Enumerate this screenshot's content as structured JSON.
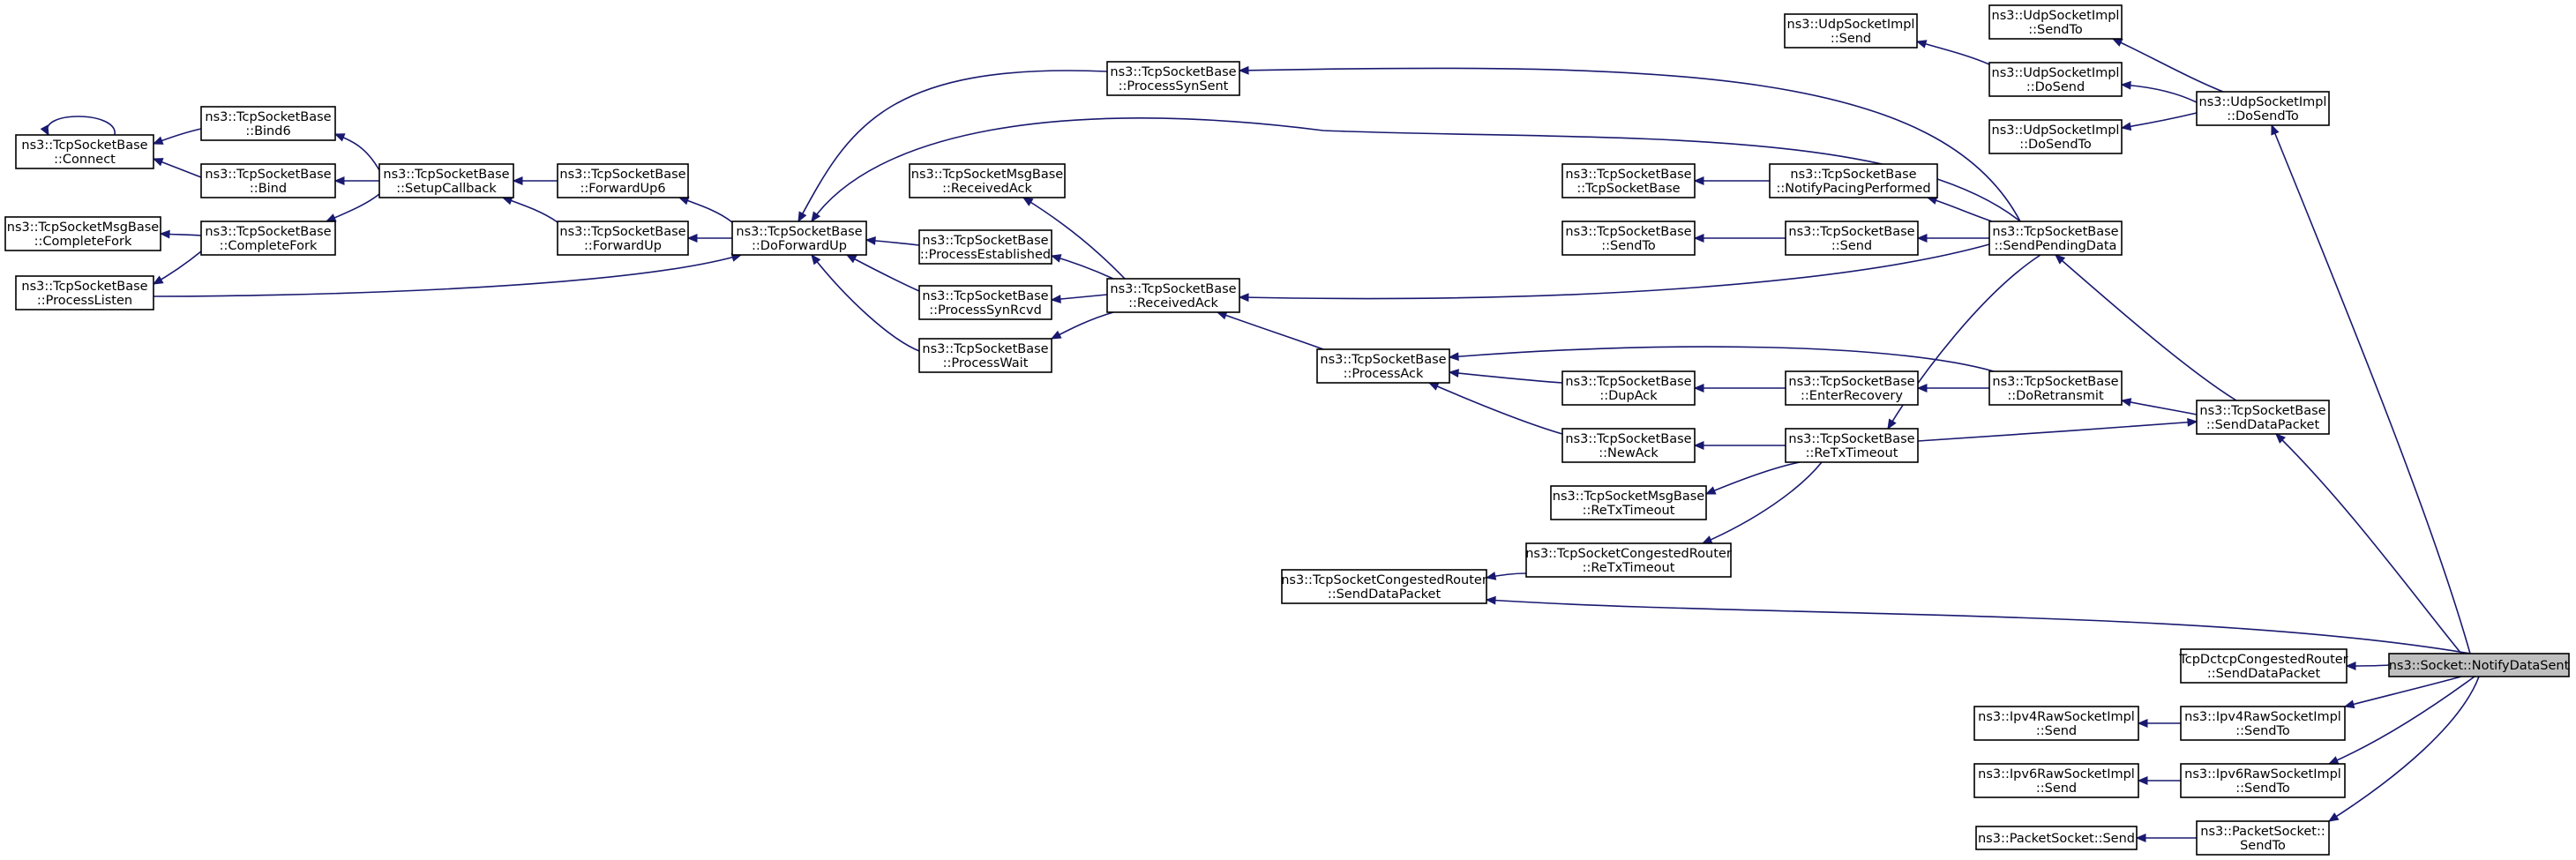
{
  "graph": {
    "kind": "caller-graph",
    "root": "notify",
    "nodes": [
      {
        "id": "connect",
        "lines": [
          "ns3::TcpSocketBase",
          "::Connect"
        ]
      },
      {
        "id": "bind6",
        "lines": [
          "ns3::TcpSocketBase",
          "::Bind6"
        ]
      },
      {
        "id": "bind",
        "lines": [
          "ns3::TcpSocketBase",
          "::Bind"
        ]
      },
      {
        "id": "msgfork",
        "lines": [
          "ns3::TcpSocketMsgBase",
          "::CompleteFork"
        ]
      },
      {
        "id": "completefork",
        "lines": [
          "ns3::TcpSocketBase",
          "::CompleteFork"
        ]
      },
      {
        "id": "listen",
        "lines": [
          "ns3::TcpSocketBase",
          "::ProcessListen"
        ]
      },
      {
        "id": "setupcb",
        "lines": [
          "ns3::TcpSocketBase",
          "::SetupCallback"
        ]
      },
      {
        "id": "fwd6",
        "lines": [
          "ns3::TcpSocketBase",
          "::ForwardUp6"
        ]
      },
      {
        "id": "fwd",
        "lines": [
          "ns3::TcpSocketBase",
          "::ForwardUp"
        ]
      },
      {
        "id": "dofwd",
        "lines": [
          "ns3::TcpSocketBase",
          "::DoForwardUp"
        ]
      },
      {
        "id": "synsent",
        "lines": [
          "ns3::TcpSocketBase",
          "::ProcessSynSent"
        ]
      },
      {
        "id": "msgack",
        "lines": [
          "ns3::TcpSocketMsgBase",
          "::ReceivedAck"
        ]
      },
      {
        "id": "established",
        "lines": [
          "ns3::TcpSocketBase",
          "::ProcessEstablished"
        ]
      },
      {
        "id": "synrcvd",
        "lines": [
          "ns3::TcpSocketBase",
          "::ProcessSynRcvd"
        ]
      },
      {
        "id": "wait",
        "lines": [
          "ns3::TcpSocketBase",
          "::ProcessWait"
        ]
      },
      {
        "id": "recvack",
        "lines": [
          "ns3::TcpSocketBase",
          "::ReceivedAck"
        ]
      },
      {
        "id": "processack",
        "lines": [
          "ns3::TcpSocketBase",
          "::ProcessAck"
        ]
      },
      {
        "id": "tcpctor",
        "lines": [
          "ns3::TcpSocketBase",
          "::TcpSocketBase"
        ]
      },
      {
        "id": "tcpsendto",
        "lines": [
          "ns3::TcpSocketBase",
          "::SendTo"
        ]
      },
      {
        "id": "pacing",
        "lines": [
          "ns3::TcpSocketBase",
          "::NotifyPacingPerformed"
        ]
      },
      {
        "id": "tcpsend",
        "lines": [
          "ns3::TcpSocketBase",
          "::Send"
        ]
      },
      {
        "id": "dupack",
        "lines": [
          "ns3::TcpSocketBase",
          "::DupAck"
        ]
      },
      {
        "id": "newack",
        "lines": [
          "ns3::TcpSocketBase",
          "::NewAck"
        ]
      },
      {
        "id": "msgrto",
        "lines": [
          "ns3::TcpSocketMsgBase",
          "::ReTxTimeout"
        ]
      },
      {
        "id": "congrto",
        "lines": [
          "ns3::TcpSocketCongestedRouter",
          "::ReTxTimeout"
        ]
      },
      {
        "id": "congsend",
        "lines": [
          "ns3::TcpSocketCongestedRouter",
          "::SendDataPacket"
        ]
      },
      {
        "id": "recovery",
        "lines": [
          "ns3::TcpSocketBase",
          "::EnterRecovery"
        ]
      },
      {
        "id": "rto",
        "lines": [
          "ns3::TcpSocketBase",
          "::ReTxTimeout"
        ]
      },
      {
        "id": "udpsend",
        "lines": [
          "ns3::UdpSocketImpl",
          "::Send"
        ]
      },
      {
        "id": "udpsendto1",
        "lines": [
          "ns3::UdpSocketImpl",
          "::SendTo"
        ]
      },
      {
        "id": "udpdosend",
        "lines": [
          "ns3::UdpSocketImpl",
          "::DoSend"
        ]
      },
      {
        "id": "udpdosendto2",
        "lines": [
          "ns3::UdpSocketImpl",
          "::DoSendTo"
        ]
      },
      {
        "id": "udpdosendto",
        "lines": [
          "ns3::UdpSocketImpl",
          "::DoSendTo"
        ]
      },
      {
        "id": "pending",
        "lines": [
          "ns3::TcpSocketBase",
          "::SendPendingData"
        ]
      },
      {
        "id": "retransmit",
        "lines": [
          "ns3::TcpSocketBase",
          "::DoRetransmit"
        ]
      },
      {
        "id": "senddatapkt",
        "lines": [
          "ns3::TcpSocketBase",
          "::SendDataPacket"
        ]
      },
      {
        "id": "dctcp",
        "lines": [
          "TcpDctcpCongestedRouter",
          "::SendDataPacket"
        ]
      },
      {
        "id": "ipv4send",
        "lines": [
          "ns3::Ipv4RawSocketImpl",
          "::Send"
        ]
      },
      {
        "id": "ipv4sendto",
        "lines": [
          "ns3::Ipv4RawSocketImpl",
          "::SendTo"
        ]
      },
      {
        "id": "ipv6send",
        "lines": [
          "ns3::Ipv6RawSocketImpl",
          "::Send"
        ]
      },
      {
        "id": "ipv6sendto",
        "lines": [
          "ns3::Ipv6RawSocketImpl",
          "::SendTo"
        ]
      },
      {
        "id": "pktsend",
        "lines": [
          "ns3::PacketSocket::Send"
        ]
      },
      {
        "id": "pktsendto",
        "lines": [
          "ns3::PacketSocket::",
          "SendTo"
        ]
      },
      {
        "id": "notify",
        "lines": [
          "ns3::Socket::NotifyDataSent"
        ],
        "root": true
      }
    ],
    "edges": [
      [
        "connect",
        "connect"
      ],
      [
        "connect",
        "bind6"
      ],
      [
        "connect",
        "bind"
      ],
      [
        "bind6",
        "setupcb"
      ],
      [
        "bind",
        "setupcb"
      ],
      [
        "msgfork",
        "completefork"
      ],
      [
        "listen",
        "completefork"
      ],
      [
        "completefork",
        "setupcb"
      ],
      [
        "setupcb",
        "fwd6"
      ],
      [
        "setupcb",
        "fwd"
      ],
      [
        "fwd6",
        "dofwd"
      ],
      [
        "fwd",
        "dofwd"
      ],
      [
        "dofwd",
        "listen"
      ],
      [
        "dofwd",
        "synsent"
      ],
      [
        "dofwd",
        "pending"
      ],
      [
        "dofwd",
        "established"
      ],
      [
        "dofwd",
        "synrcvd"
      ],
      [
        "dofwd",
        "wait"
      ],
      [
        "synsent",
        "pending"
      ],
      [
        "msgack",
        "recvack"
      ],
      [
        "established",
        "recvack"
      ],
      [
        "synrcvd",
        "recvack"
      ],
      [
        "wait",
        "recvack"
      ],
      [
        "recvack",
        "pending"
      ],
      [
        "recvack",
        "processack"
      ],
      [
        "processack",
        "retransmit"
      ],
      [
        "processack",
        "dupack"
      ],
      [
        "processack",
        "newack"
      ],
      [
        "dupack",
        "recovery"
      ],
      [
        "newack",
        "rto"
      ],
      [
        "msgrto",
        "rto"
      ],
      [
        "congrto",
        "rto"
      ],
      [
        "congsend",
        "congrto"
      ],
      [
        "congsend",
        "notify"
      ],
      [
        "tcpctor",
        "pacing"
      ],
      [
        "pacing",
        "pending"
      ],
      [
        "tcpsendto",
        "tcpsend"
      ],
      [
        "tcpsend",
        "pending"
      ],
      [
        "recovery",
        "retransmit"
      ],
      [
        "rto",
        "pending"
      ],
      [
        "udpsend",
        "udpdosend"
      ],
      [
        "udpdosend",
        "udpdosendto"
      ],
      [
        "udpsendto1",
        "udpdosendto"
      ],
      [
        "udpdosendto2",
        "udpdosendto"
      ],
      [
        "udpdosendto",
        "notify"
      ],
      [
        "pending",
        "senddatapkt"
      ],
      [
        "retransmit",
        "senddatapkt"
      ],
      [
        "senddatapkt",
        "rto"
      ],
      [
        "senddatapkt",
        "notify"
      ],
      [
        "dctcp",
        "notify"
      ],
      [
        "ipv4send",
        "ipv4sendto"
      ],
      [
        "ipv4sendto",
        "notify"
      ],
      [
        "ipv6send",
        "ipv6sendto"
      ],
      [
        "ipv6sendto",
        "notify"
      ],
      [
        "pktsend",
        "pktsendto"
      ],
      [
        "pktsendto",
        "notify"
      ]
    ]
  }
}
